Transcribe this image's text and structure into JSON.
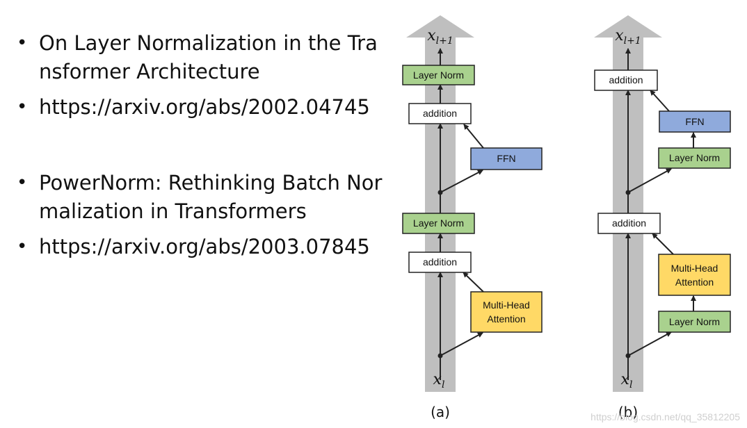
{
  "references": [
    {
      "title": "On Layer Normalization in the Transformer Architecture"
    },
    {
      "url": "https://arxiv.org/abs/2002.04745"
    },
    {
      "title": "PowerNorm: Rethinking Batch Normalization in Transformers"
    },
    {
      "url": "https://arxiv.org/abs/2003.07845"
    }
  ],
  "diagram": {
    "panel_a": {
      "caption": "(a)",
      "input_label": "x",
      "input_subscript": "l",
      "output_label": "x",
      "output_subscript": "l+1",
      "blocks": {
        "top_norm": "Layer Norm",
        "top_add": "addition",
        "ffn": "FFN",
        "mid_norm": "Layer Norm",
        "bottom_add": "addition",
        "attention_line1": "Multi-Head",
        "attention_line2": "Attention"
      }
    },
    "panel_b": {
      "caption": "(b)",
      "input_label": "x",
      "input_subscript": "l",
      "output_label": "x",
      "output_subscript": "l+1",
      "blocks": {
        "top_add": "addition",
        "ffn": "FFN",
        "ffn_norm": "Layer Norm",
        "bottom_add": "addition",
        "attention_line1": "Multi-Head",
        "attention_line2": "Attention",
        "attention_norm": "Layer Norm"
      }
    },
    "colors": {
      "layer_norm": "#a9d18e",
      "ffn": "#8faadc",
      "attention": "#ffd966",
      "addition": "#ffffff",
      "residual_band": "#bfbfbf",
      "stroke": "#222222"
    }
  },
  "watermark": "https://blog.csdn.net/qq_35812205"
}
